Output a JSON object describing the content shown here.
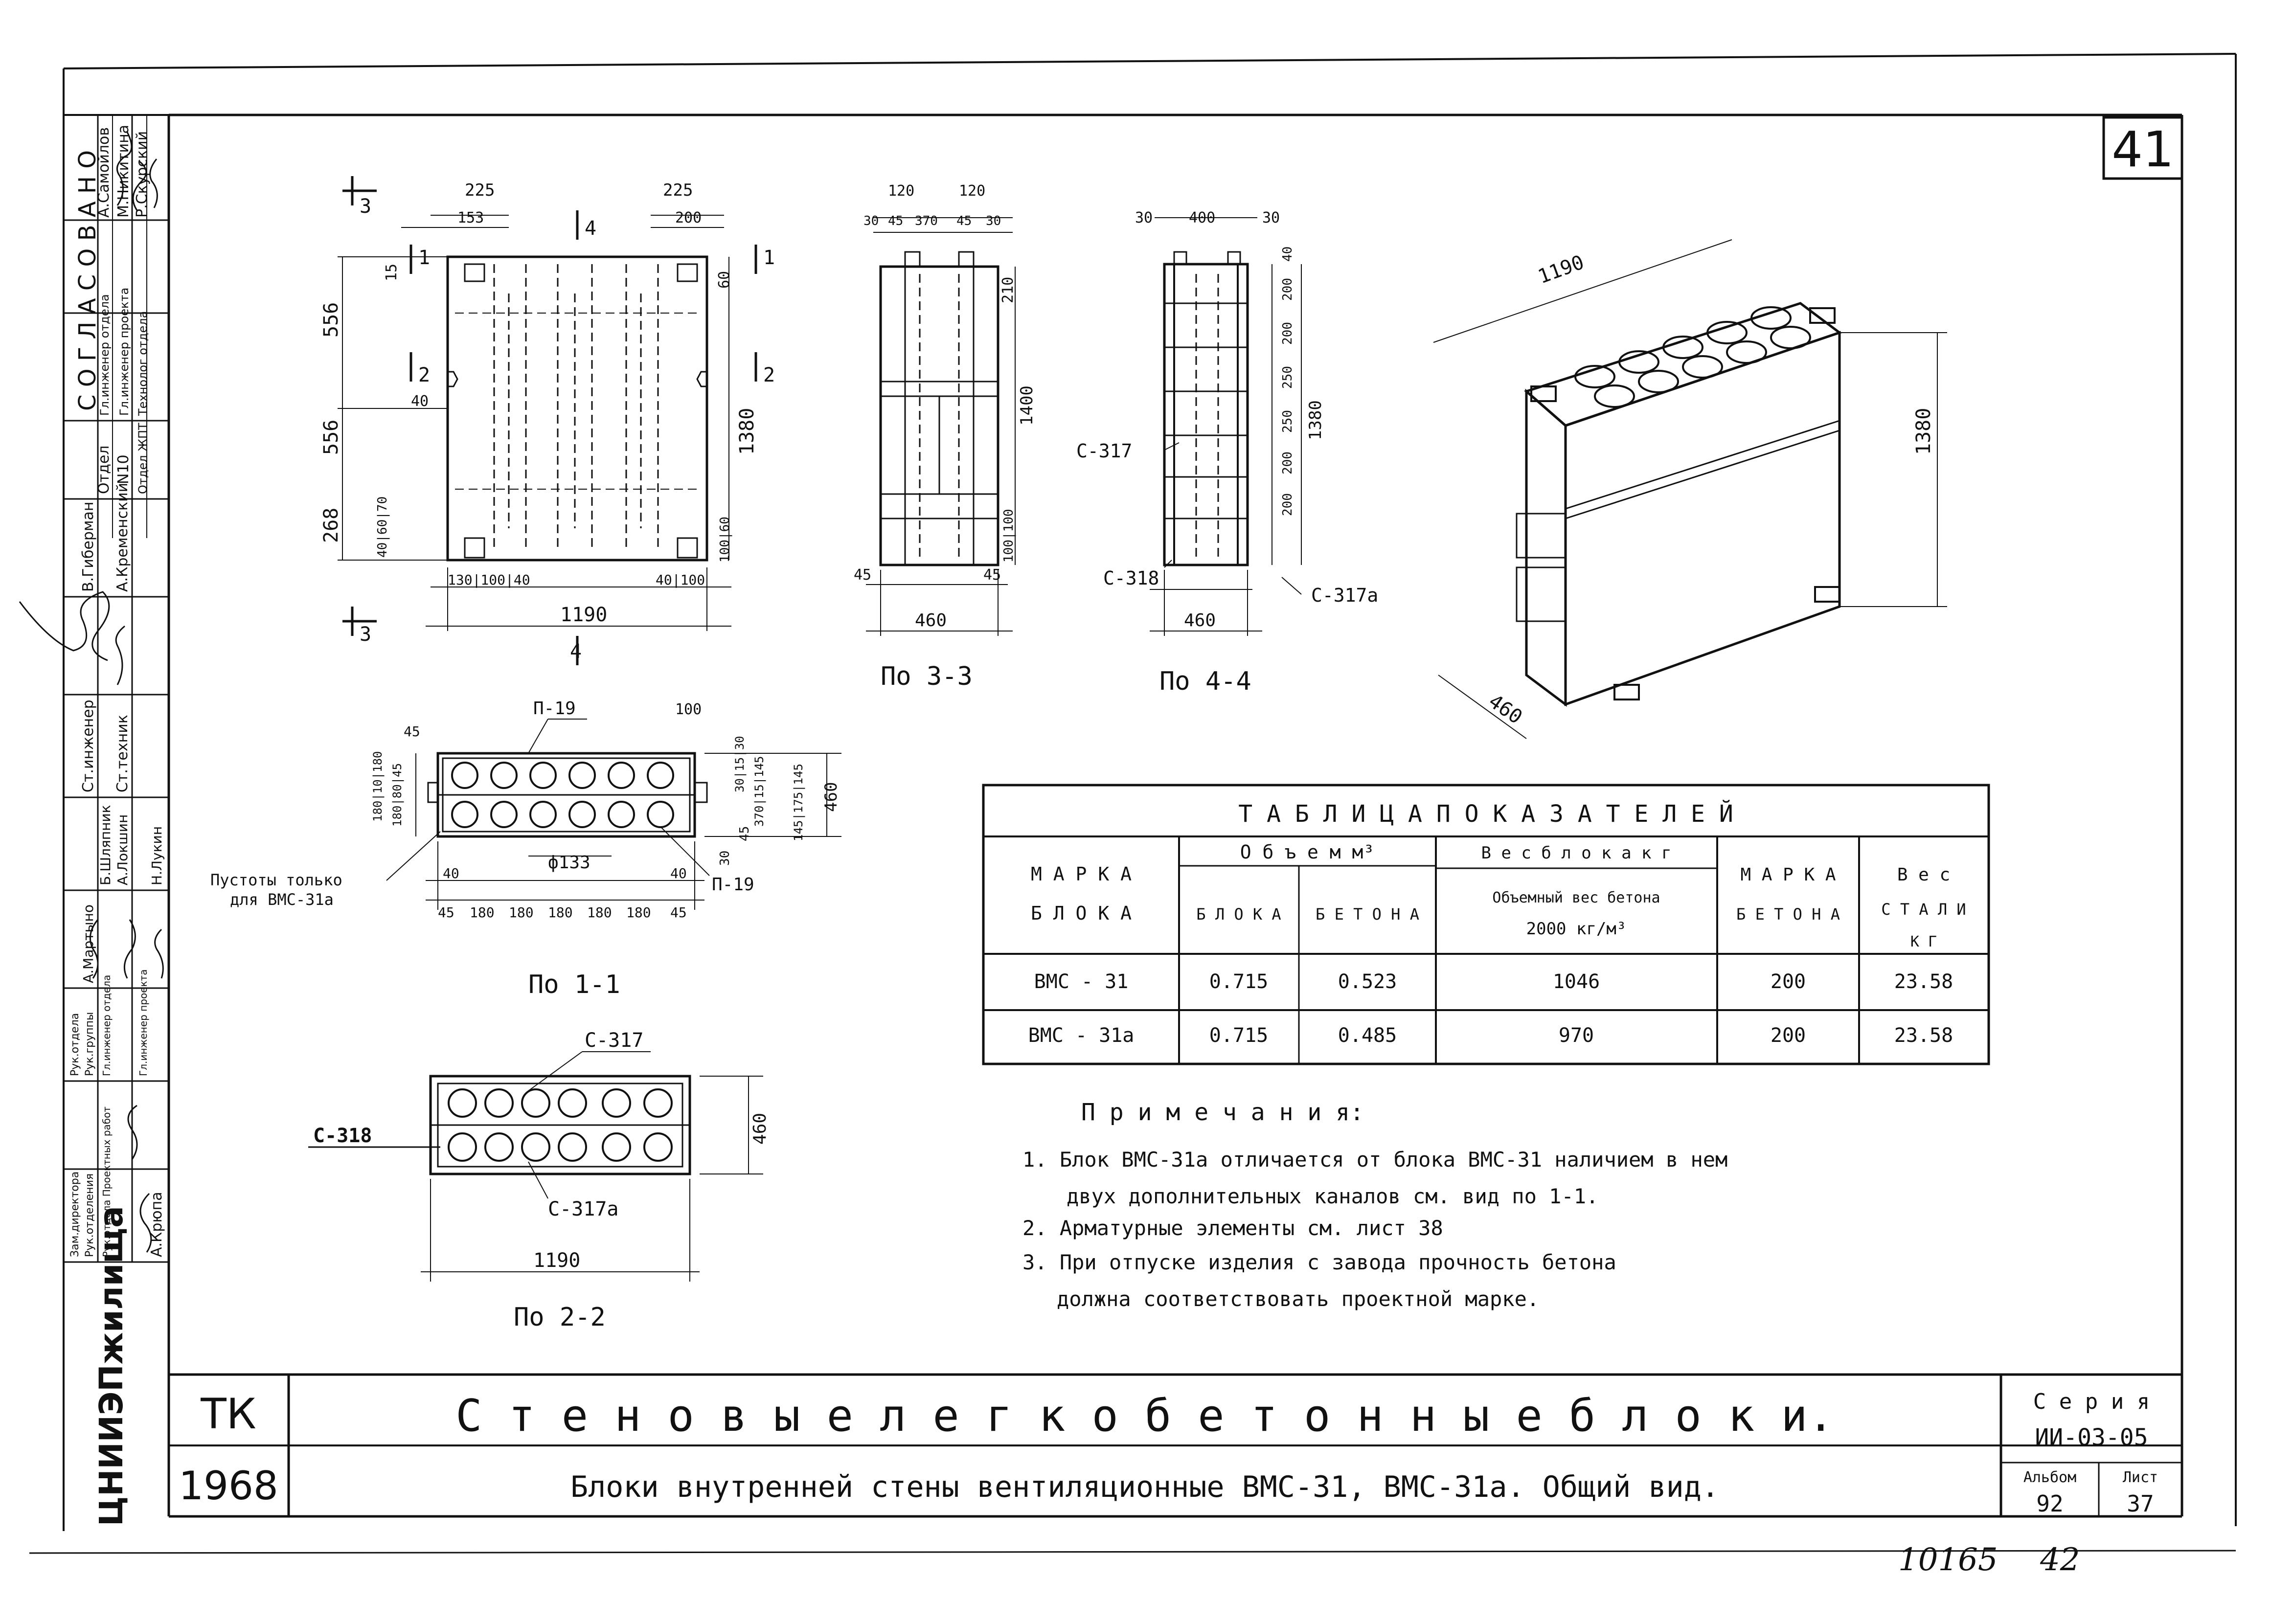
{
  "sheet": {
    "number": "41",
    "stamp_left": "10165",
    "stamp_right": "42"
  },
  "approval": {
    "header": "С О Г Л А С О В А Н О",
    "roles": [
      "Гл.инженер отдела",
      "Гл.инженер проекта",
      "Технолог отдела"
    ],
    "names": [
      "А.Самойлов",
      "М.Никитина",
      "Р.Скурский"
    ],
    "dept": "Отдел",
    "dept_no": "N10",
    "dept_tech": "Отдел ЖПТ",
    "staff": [
      "В.Гиберман",
      "А.Кременский"
    ],
    "leads": [
      "Ст.инженер",
      "Ст.техник"
    ],
    "workers": [
      "А.Мартыно",
      "Б.Шляпник",
      "А.Локшин",
      "Н.Лукин"
    ],
    "heads": [
      "Рук.отдела",
      "Рук.группы",
      "Гл.инженер отдела",
      "Гл.инженер проекта"
    ],
    "directors": [
      "Зам.директора",
      "Рук.отделения",
      "Рук.отдела Проектных работ"
    ],
    "director_name": "А.Крюпа",
    "org": "ЦНИИЭПжилища"
  },
  "views": {
    "front": {
      "dims": {
        "top_left_225": "225",
        "top_left_153": "153",
        "top_right_225": "225",
        "top_right_200": "200",
        "h556a": "556",
        "h556b": "556",
        "h268": "268",
        "h1380": "1380",
        "w1190": "1190",
        "w130_100_40": "130|100|40",
        "w40_100": "40|100",
        "d70_40_60": "40|60|70",
        "d15": "15",
        "d40": "40",
        "d60": "60",
        "d100_60": "100|60"
      },
      "marks": {
        "s3a": "3",
        "s3b": "3",
        "s4a": "4",
        "s4b": "4",
        "s1a": "1",
        "s1b": "1",
        "s2a": "2",
        "s2b": "2"
      }
    },
    "s33": {
      "caption": "По 3-3",
      "dims": {
        "t120a": "120",
        "t120b": "120",
        "t30a": "30",
        "t45": "45",
        "t370": "370",
        "t45b": "45",
        "t30b": "30",
        "h210": "210",
        "h1400": "1400",
        "h100": "100|100",
        "b45a": "45",
        "b45b": "45",
        "w460": "460"
      }
    },
    "s44": {
      "caption": "По 4-4",
      "dims": {
        "t30a": "30",
        "t400": "400",
        "t30b": "30",
        "h40": "40",
        "h200a": "200",
        "h200b": "200",
        "h250a": "250",
        "h250b": "250",
        "h200c": "200",
        "h200d": "200",
        "h1380": "1380",
        "w460": "460"
      },
      "labels": {
        "c317": "С-317",
        "c318": "С-318",
        "c317a": "С-317а"
      }
    },
    "iso": {
      "l1190": "1190",
      "h1380": "1380",
      "w460": "460"
    },
    "s11": {
      "caption": "По 1-1",
      "labels": {
        "p19a": "П-19",
        "p19b": "П-19",
        "voids": "Пустоты только",
        "voids2": "для ВМС-31а",
        "dia": "ф133"
      },
      "dims": {
        "bottom": [
          "45",
          "180",
          "180",
          "180",
          "180",
          "180",
          "45"
        ],
        "b40a": "40",
        "b40b": "40",
        "t100": "100",
        "t45": "45",
        "l_top": "180|10|180",
        "l_bot": "180|80|45",
        "r_top": "30|15|30",
        "r_mid": "370|15|145",
        "r_bot": "145|175|145",
        "h460": "460",
        "r30": "30",
        "r45": "45"
      }
    },
    "s22": {
      "caption": "По 2-2",
      "labels": {
        "c317": "С-317",
        "c318": "С-318",
        "c317a": "С-317а"
      },
      "dims": {
        "w1190": "1190",
        "h460": "460"
      }
    }
  },
  "table": {
    "title": "Т А Б Л И Ц А   П О К А З А Т Е Л Е Й",
    "h_mark": "М А Р К А",
    "h_mark2": "Б Л О К А",
    "h_volume": "О б ъ е м   м³",
    "h_vol_block": "Б Л О К А",
    "h_vol_concrete": "Б Е Т О Н А",
    "h_weight": "В е с  б л о к а  к г",
    "h_weight_sub": "Объемный вес бетона",
    "h_weight_sub2": "2000 кг/м³",
    "h_conc_mark": "М А Р К А",
    "h_conc_mark2": "Б Е Т О Н А",
    "h_steel": "В е с",
    "h_steel2": "С Т А Л И",
    "h_steel3": "К Г",
    "rows": [
      {
        "mark": "ВМС - 31",
        "vol_block": "0.715",
        "vol_concrete": "0.523",
        "weight": "1046",
        "concrete": "200",
        "steel": "23.58"
      },
      {
        "mark": "ВМС - 31а",
        "vol_block": "0.715",
        "vol_concrete": "0.485",
        "weight": "970",
        "concrete": "200",
        "steel": "23.58"
      }
    ]
  },
  "notes": {
    "title": "П р и м е ч а н и я:",
    "lines": [
      "1. Блок ВМС-31а отличается от блока ВМС-31 наличием в нем",
      "двух дополнительных каналов см. вид по 1-1.",
      "2. Арматурные элементы см. лист 38",
      "3. При отпуске изделия с завода прочность бетона",
      "должна соответствовать проектной марке."
    ]
  },
  "titleblock": {
    "tk": "ТК",
    "year": "1968",
    "title": "С т е н о в ы е   л е г к о б е т о н н ы е   б л о к и.",
    "subtitle": "Блоки внутренней стены вентиляционные ВМС-31, ВМС-31а. Общий вид.",
    "series_label": "С е р и я",
    "series": "ИИ-03-05",
    "album_label": "Альбом",
    "album": "92",
    "sheet_label": "Лист",
    "sheet": "37"
  }
}
